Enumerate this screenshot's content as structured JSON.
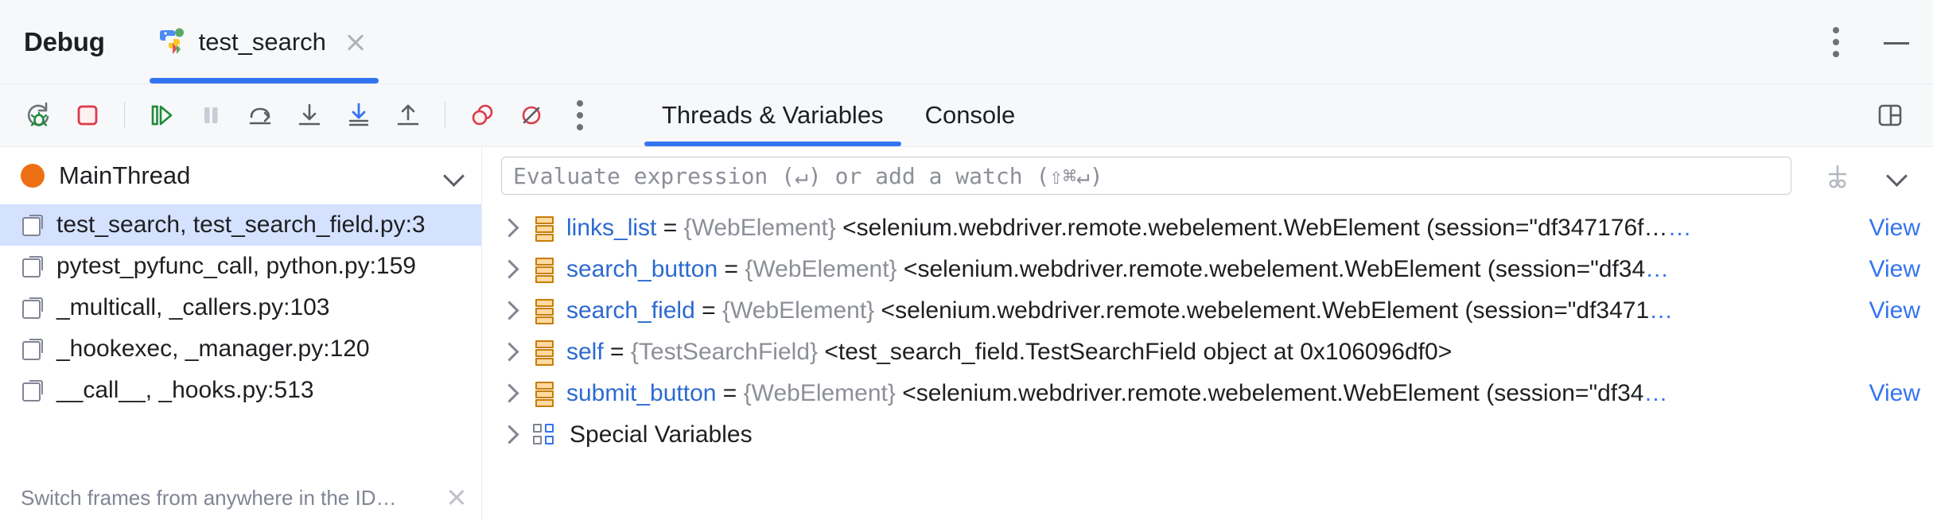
{
  "titlebar": {
    "label": "Debug",
    "run_tab": {
      "name": "test_search",
      "icon": "python-test-icon",
      "close_icon": "close-icon"
    },
    "more_icon": "kebab-menu-icon",
    "minimize_icon": "minimize-icon"
  },
  "toolbar": {
    "buttons": [
      {
        "name": "rerun-debug-button",
        "icon": "rerun-debug-icon"
      },
      {
        "name": "stop-button",
        "icon": "stop-icon"
      },
      {
        "name": "resume-program-button",
        "icon": "resume-icon"
      },
      {
        "name": "pause-program-button",
        "icon": "pause-icon"
      },
      {
        "name": "step-over-button",
        "icon": "step-over-icon"
      },
      {
        "name": "step-into-button",
        "icon": "step-into-icon"
      },
      {
        "name": "force-step-into-button",
        "icon": "force-step-into-icon"
      },
      {
        "name": "step-out-button",
        "icon": "step-out-icon"
      },
      {
        "name": "view-breakpoints-button",
        "icon": "breakpoints-icon"
      },
      {
        "name": "mute-breakpoints-button",
        "icon": "mute-breakpoints-icon"
      },
      {
        "name": "more-options-button",
        "icon": "kebab-menu-icon"
      }
    ],
    "layout_icon": "layout-settings-icon"
  },
  "tabs": [
    {
      "label": "Threads & Variables",
      "active": true
    },
    {
      "label": "Console",
      "active": false
    }
  ],
  "threads_panel": {
    "selected_thread": "MainThread",
    "thread_status_color": "#ed7014",
    "dropdown_icon": "chevron-down-icon",
    "frames": [
      {
        "label": "test_search, test_search_field.py:3",
        "selected": true
      },
      {
        "label": "pytest_pyfunc_call, python.py:159",
        "selected": false
      },
      {
        "label": "_multicall, _callers.py:103",
        "selected": false
      },
      {
        "label": "_hookexec, _manager.py:120",
        "selected": false
      },
      {
        "label": "__call__, _hooks.py:513",
        "selected": false
      }
    ],
    "hint": {
      "text": "Switch frames from anywhere in the ID…",
      "close_icon": "close-icon"
    }
  },
  "variables_panel": {
    "evaluate": {
      "placeholder": "Evaluate expression (↵) or add a watch (⇧⌘↵)",
      "value": ""
    },
    "actions": [
      {
        "name": "add-watch-button",
        "icon": "add-watch-icon"
      },
      {
        "name": "watch-options-button",
        "icon": "chevron-down-icon"
      }
    ],
    "rows": [
      {
        "kind": "variable",
        "icon": "variable-icon",
        "expand_icon": "chevron-right-icon",
        "name": "links_list",
        "eq": " = ",
        "type": "{WebElement}",
        "value": " <selenium.webdriver.remote.webelement.WebElement (session=\"df347176f…",
        "ellipsis": "…",
        "view": "View"
      },
      {
        "kind": "variable",
        "icon": "variable-icon",
        "expand_icon": "chevron-right-icon",
        "name": "search_button",
        "eq": " = ",
        "type": "{WebElement}",
        "value": " <selenium.webdriver.remote.webelement.WebElement (session=\"df34",
        "ellipsis": "…",
        "view": "View"
      },
      {
        "kind": "variable",
        "icon": "variable-icon",
        "expand_icon": "chevron-right-icon",
        "name": "search_field",
        "eq": " = ",
        "type": "{WebElement}",
        "value": " <selenium.webdriver.remote.webelement.WebElement (session=\"df3471",
        "ellipsis": "…",
        "view": "View"
      },
      {
        "kind": "variable",
        "icon": "variable-icon",
        "expand_icon": "chevron-right-icon",
        "name": "self",
        "eq": " = ",
        "type": "{TestSearchField}",
        "value": " <test_search_field.TestSearchField object at 0x106096df0>",
        "ellipsis": "",
        "view": ""
      },
      {
        "kind": "variable",
        "icon": "variable-icon",
        "expand_icon": "chevron-right-icon",
        "name": "submit_button",
        "eq": " = ",
        "type": "{WebElement}",
        "value": " <selenium.webdriver.remote.webelement.WebElement (session=\"df34",
        "ellipsis": "…",
        "view": "View"
      },
      {
        "kind": "group",
        "icon": "special-variables-icon",
        "expand_icon": "chevron-right-icon",
        "label": "Special Variables"
      }
    ]
  },
  "colors": {
    "accent": "#3574f0",
    "selection": "#d4e2ff",
    "variable_name": "#2b6ad0",
    "type_text": "#8c8f98",
    "thread_running": "#ed7014",
    "breakpoint_red": "#db3b4b",
    "resume_green": "#208a3c"
  }
}
